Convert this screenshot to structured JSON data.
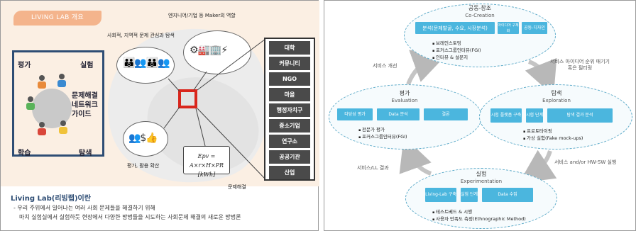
{
  "left": {
    "banner": "LIVING LAB 개요",
    "cycle": {
      "top_left": "평가",
      "top_right": "실험",
      "bottom_left": "학습",
      "bottom_right": "탐색"
    },
    "guide_lines": [
      "문제해결",
      "네트워크",
      "가이드"
    ],
    "bubble_captions": {
      "people": "사회적, 지역적 문제 관심과 탐색",
      "industry": "엔지니어/기업 등 Maker의 역할",
      "spread": "평가, 활용 확산",
      "solve": "문제해결"
    },
    "formula": {
      "line1": "Epv = A×r×H×PR",
      "line2": "[kWh]"
    },
    "org_items": [
      "대학",
      "커뮤니티",
      "NGO",
      "마을",
      "행정자치구",
      "중소기업",
      "연구소",
      "공공기관",
      "산업"
    ],
    "ll_title": "Living Lab(리빙랩)이란",
    "ll_desc": [
      "- 우리 주위에서 일어나는 여러 사회 문제들을 해결하기 위해",
      "  마치 실험실에서 실험하듯 현장에서 다양한 방법들을 시도하는 사회문제 해결의 새로운 방법론"
    ]
  },
  "right": {
    "cocreation": {
      "title": "공동-창조",
      "subtitle": "Co-Creation",
      "chips": [
        "분석(문제발굴, 수요, 시장분석)",
        "아이디어 구체화",
        "공동-디자인"
      ],
      "bullets": [
        "브레인스토밍",
        "포커스그룹인터뷰(FGI)",
        "인터뷰 & 설문지"
      ]
    },
    "evaluation": {
      "title": "평가",
      "subtitle": "Evaluation",
      "chips": [
        "타당성 평가",
        "Data 분석",
        "결론"
      ],
      "bullets": [
        "전문가 평가",
        "포커스그룹인터뷰(FGI)"
      ]
    },
    "exploration": {
      "title": "탐색",
      "subtitle": "Exploration",
      "chips": [
        "시험 플랫폼 구축",
        "시험 단계",
        "탐색 결과 분석"
      ],
      "bullets": [
        "프로토타이핑",
        "가상 실험(Fake mock-ups)"
      ]
    },
    "experimentation": {
      "title": "실험",
      "subtitle": "Experimentation",
      "chips": [
        "Living-Lab 구축",
        "실험 단계",
        "Data 수집"
      ],
      "bullets": [
        "테스트베드 & 시행",
        "사용자 만족도 측정(Ethnographic Method)"
      ]
    },
    "arrow_labels": {
      "service_improve": "서비스 개선",
      "idea_filter": [
        "서비스 아이디어 순위 매기기",
        "혹은 필터링"
      ],
      "results": "서비스/LL 결과",
      "implement": "서비스 and/or HW-SW 실행"
    }
  }
}
